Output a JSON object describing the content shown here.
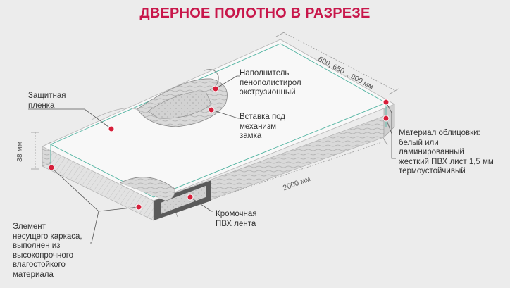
{
  "title": "ДВЕРНОЕ ПОЛОТНО В РАЗРЕЗЕ",
  "colors": {
    "accent": "#c8174b",
    "marker": "#d61f3a",
    "panel_top": "#f7f7f7",
    "edge_green": "#4fb3a0"
  },
  "labels": {
    "filler": [
      "Наполнитель",
      "пенополистирол",
      "экструзионный"
    ],
    "film": [
      "Защитная",
      "пленка"
    ],
    "lock_insert": [
      "Вставка под",
      "механизм",
      "замка"
    ],
    "cladding": [
      "Материал облицовки:",
      "белый или",
      "ламинированный",
      "жесткий ПВХ лист 1,5 мм",
      "термоустойчивый"
    ],
    "edge_tape": [
      "Кромочная",
      "ПВХ лента"
    ],
    "frame": [
      "Элемент",
      "несущего каркаса,",
      "выполнен из",
      "высокопрочного",
      "влагостойкого",
      "материала"
    ]
  },
  "dimensions": {
    "width": "600, 650....900 мм",
    "thickness": "38 мм",
    "length": "2000 мм"
  }
}
